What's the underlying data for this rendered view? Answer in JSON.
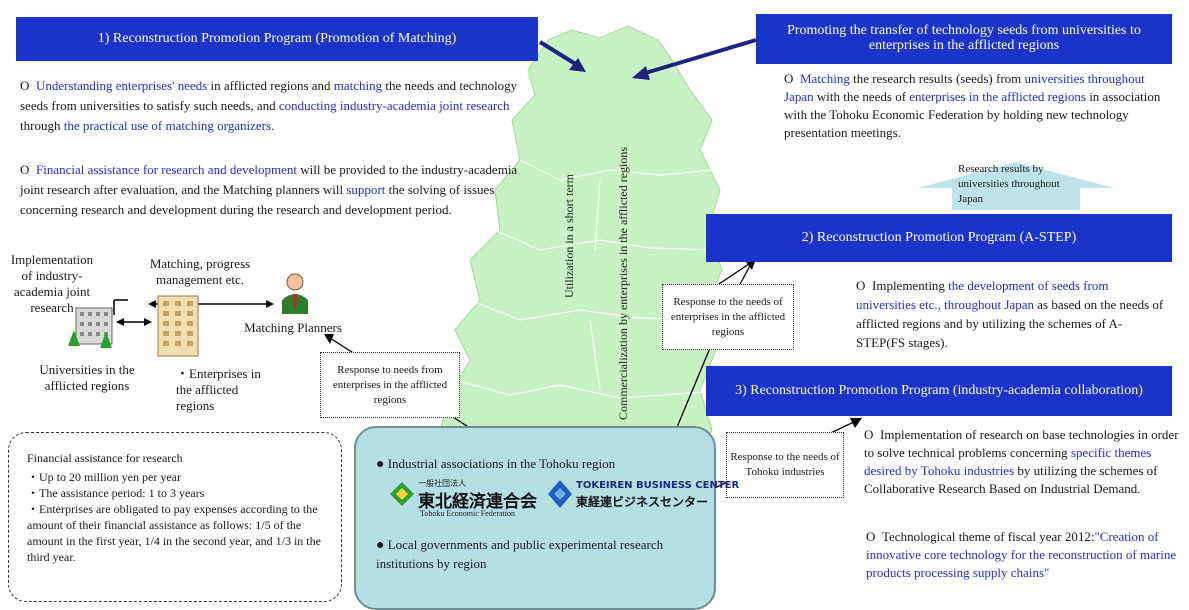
{
  "programs": {
    "p1_title": "1) Reconstruction Promotion Program (Promotion of Matching)",
    "p1_bullets": [
      [
        {
          "t": "Understanding enterprises' needs",
          "h": true
        },
        {
          "t": " in afflicted regions and ",
          "h": false
        },
        {
          "t": "matching",
          "h": true
        },
        {
          "t": " the needs and technology seeds from universities to satisfy such needs, and ",
          "h": false
        },
        {
          "t": "conducting industry-academia joint research",
          "h": true
        },
        {
          "t": " through ",
          "h": false
        },
        {
          "t": "the practical use of matching organizers.",
          "h": true
        }
      ],
      [
        {
          "t": "Financial assistance for research and development",
          "h": true
        },
        {
          "t": " will be provided to the industry-academia joint research after evaluation, and the Matching planners will ",
          "h": false
        },
        {
          "t": "support",
          "h": true
        },
        {
          "t": " the solving of issues concerning research and development during the research and development period.",
          "h": false
        }
      ]
    ],
    "promo_title": "Promoting the transfer of technology seeds from universities to enterprises in the afflicted regions",
    "promo_bullet": [
      {
        "t": "Matching",
        "h": true
      },
      {
        "t": " the research results (seeds) from ",
        "h": false
      },
      {
        "t": "universities throughout Japan",
        "h": true
      },
      {
        "t": " with the needs of ",
        "h": false
      },
      {
        "t": "enterprises in the afflicted regions",
        "h": true
      },
      {
        "t": " in association with the Tohoku Economic Federation by holding new technology presentation meetings.",
        "h": false
      }
    ],
    "research_results_label": "Research results by universities throughout Japan",
    "p2_title": "2) Reconstruction Promotion Program (A-STEP)",
    "p2_bullet": [
      {
        "t": "Implementing ",
        "h": false
      },
      {
        "t": "the development of seeds from universities etc., throughout Japan",
        "h": true
      },
      {
        "t": " as based on the needs of afflicted regions and by utilizing the schemes of A-STEP(FS stages).",
        "h": false
      }
    ],
    "p3_title": "3) Reconstruction Promotion Program (industry-academia collaboration)",
    "p3_bullets": [
      [
        {
          "t": "Implementation of research on base technologies in order to solve technical problems concerning ",
          "h": false
        },
        {
          "t": "specific themes desired by Tohoku industries",
          "h": true
        },
        {
          "t": " by utilizing the schemes of Collaborative Research Based on Industrial Demand.",
          "h": false
        }
      ],
      [
        {
          "t": "Technological theme of fiscal year 2012:",
          "h": false
        },
        {
          "t": "\"Creation of innovative core technology for the reconstruction of marine products processing supply chains\"",
          "h": true
        }
      ]
    ],
    "bullet_symbol": "O"
  },
  "diagram": {
    "implementation_label": "Implementation of industry-academia joint research",
    "matching_progress_label": "Matching, progress management etc.",
    "matching_planners_label": "Matching Planners",
    "universities_label": "Universities in the afflicted regions",
    "enterprises_label": "・Enterprises in the afflicted regions",
    "response_needs_enterprises": "Response to needs from enterprises in the afflicted regions",
    "response_needs_afflicted": "Response to the needs of enterprises in the afflicted regions",
    "response_needs_tohoku": "Response to the needs of Tohoku industries",
    "vertical_short_term": "Utilization in a short term",
    "vertical_commercialization": "Commercialization by enterprises in the afflicted regions"
  },
  "financial": {
    "title": "Financial assistance for research",
    "items": [
      "・Up to 20 million yen per year",
      "・The assistance period: 1 to 3 years",
      "・Enterprises are obligated to pay expenses according to the amount of their financial assistance as follows: 1/5 of the amount in the first year, 1/4 in the second year, and 1/3 in the third year."
    ]
  },
  "center_box": {
    "item1": "Industrial associations in the Tohoku region",
    "item2": "Local governments and public experimental research institutions by region",
    "logo1_small": "一般社団法人",
    "logo1_main": "東北経済連合会",
    "logo1_en": "Tohoku Economic Federation",
    "logo2_en": "TOKEIREN BUSINESS CENTER",
    "logo2_jp": "東経連ビジネスセンター"
  },
  "colors": {
    "bar_blue": "#1a33c8",
    "highlight": "#2a2ad0",
    "map_green": "#c8f2c4",
    "center_box_fill": "#b6dfe4",
    "up_arrow_fill": "#bfe3ea"
  }
}
